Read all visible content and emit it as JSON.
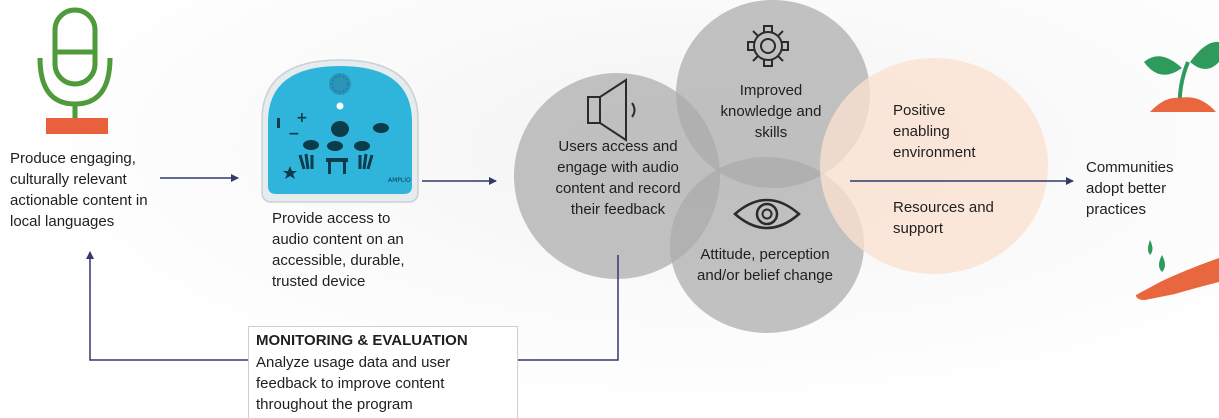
{
  "steps": {
    "produce": "Produce engaging, culturally relevant actionable content in local languages",
    "provide": "Provide access to audio content on an accessible, durable, trusted device",
    "users": "Users access and engage with audio content and record their feedback",
    "communities": "Communities adopt better practices"
  },
  "outcomes": {
    "knowledge": "Improved knowledge and skills",
    "attitude": "Attitude, perception and/or belief change",
    "positive": "Positive enabling environment",
    "resources": "Resources and support"
  },
  "monitoring": {
    "title": "MONITORING & EVALUATION",
    "body": "Analyze usage data and user feedback to improve content throughout the program"
  },
  "device": {
    "brand": "AMPLIO"
  },
  "icons": {
    "content": "microphone-icon",
    "device": "talking-book-device",
    "users": "speaker-icon",
    "knowledge": "gear-icon",
    "attitude": "eye-icon",
    "communities_top": "sprout-icon",
    "communities_bottom": "hand-watering-icon"
  },
  "colors": {
    "microphone": "#4f9a3a",
    "microphone_base": "#e8603c",
    "device": "#2fb4dc",
    "gray_circle": "#bcbcbc",
    "peach_circle": "#f9e6d8",
    "arrow": "#33396b",
    "leaf": "#2e9b5d",
    "soil": "#e8673f"
  }
}
